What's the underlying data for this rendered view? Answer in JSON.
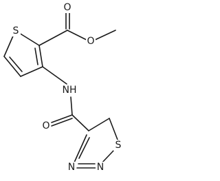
{
  "atoms": [
    {
      "id": "S1",
      "label": "S"
    },
    {
      "id": "O_carbonyl",
      "label": "O"
    },
    {
      "id": "O_ester",
      "label": "O"
    },
    {
      "id": "NH",
      "label": "NH"
    },
    {
      "id": "O_amide",
      "label": "O"
    },
    {
      "id": "S2",
      "label": "S"
    },
    {
      "id": "N_a",
      "label": "N"
    },
    {
      "id": "N_b",
      "label": "N"
    }
  ]
}
